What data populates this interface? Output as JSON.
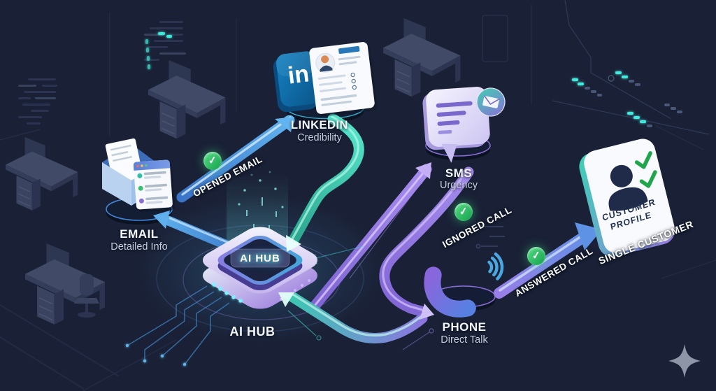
{
  "diagram": {
    "hub": {
      "chip_label": "AI HUB",
      "label": "AI HUB"
    },
    "email": {
      "label": "EMAIL",
      "sublabel": "Detailed Info"
    },
    "linkedin": {
      "label": "LINKEDIN",
      "sublabel": "Credibility",
      "logo": "in"
    },
    "sms": {
      "label": "SMS",
      "sublabel": "Urgency"
    },
    "phone": {
      "label": "PHONE",
      "sublabel": "Direct Talk"
    },
    "customer": {
      "card_line1": "CUSTOMER",
      "card_line2": "PROFILE",
      "label": "SINGLE CUSTOMER"
    },
    "edges": {
      "opened_email": {
        "label": "OPENED EMAIL",
        "check": "✓"
      },
      "ignored_call": {
        "label": "IGNORED CALL",
        "check": "✓"
      },
      "answered_call": {
        "label": "ANSWERED CALL",
        "check": "✓"
      }
    },
    "colors": {
      "background": "#1a2136",
      "flow_blue": "#4a90e2",
      "flow_teal": "#35cdb4",
      "flow_purple": "#9b7fe8",
      "check_green": "#27b857",
      "linkedin_blue": "#0e6fae"
    }
  }
}
